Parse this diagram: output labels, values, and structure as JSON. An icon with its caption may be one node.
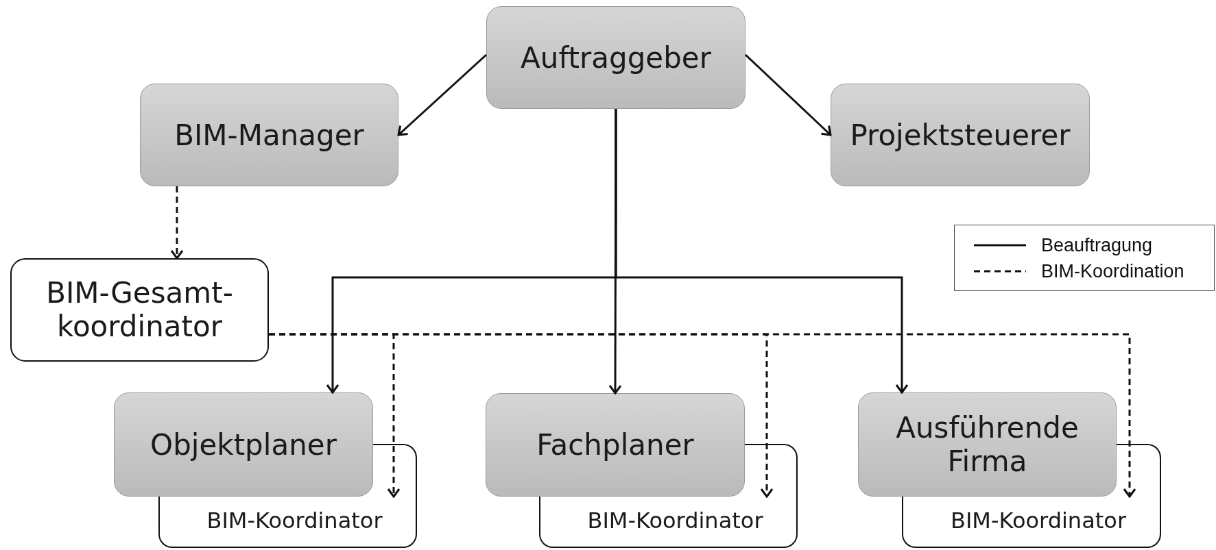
{
  "diagram": {
    "nodes": [
      {
        "text": [
          "Auftraggeber"
        ]
      },
      {
        "text": [
          "BIM-Manager"
        ]
      },
      {
        "text": [
          "Projektsteuerer"
        ]
      },
      {
        "text": [
          "BIM-Gesamt-koordinator"
        ]
      },
      {
        "text": [
          "Objektplaner"
        ]
      },
      {
        "text": [
          "BIM-Koordinator"
        ]
      },
      {
        "text": [
          "Fachplaner"
        ]
      },
      {
        "text": [
          "BIM-Koordinator"
        ]
      },
      {
        "text": [
          "Ausführende Firma"
        ]
      },
      {
        "text": [
          "BIM-Koordinator"
        ]
      }
    ],
    "edges": [
      {
        "from": 0,
        "to": 1,
        "arrow": "to"
      },
      {
        "from": 0,
        "to": 2,
        "arrow": "to"
      },
      {
        "from": 0,
        "to": 6,
        "arrow": "to"
      },
      {
        "from": 0,
        "to": 4,
        "arrow": "to"
      },
      {
        "from": 0,
        "to": 8,
        "arrow": "to"
      },
      {
        "from": 1,
        "to": 3,
        "arrow": "to",
        "style": "dashed"
      },
      {
        "from": 3,
        "to": 5,
        "arrow": "to",
        "style": "dashed"
      },
      {
        "from": 3,
        "to": 7,
        "arrow": "to",
        "style": "dashed"
      },
      {
        "from": 3,
        "to": 9,
        "arrow": "to",
        "style": "dashed"
      }
    ],
    "legend": [
      {
        "text": "Beauftragung"
      },
      {
        "text": "BIM-Koordination"
      }
    ]
  }
}
